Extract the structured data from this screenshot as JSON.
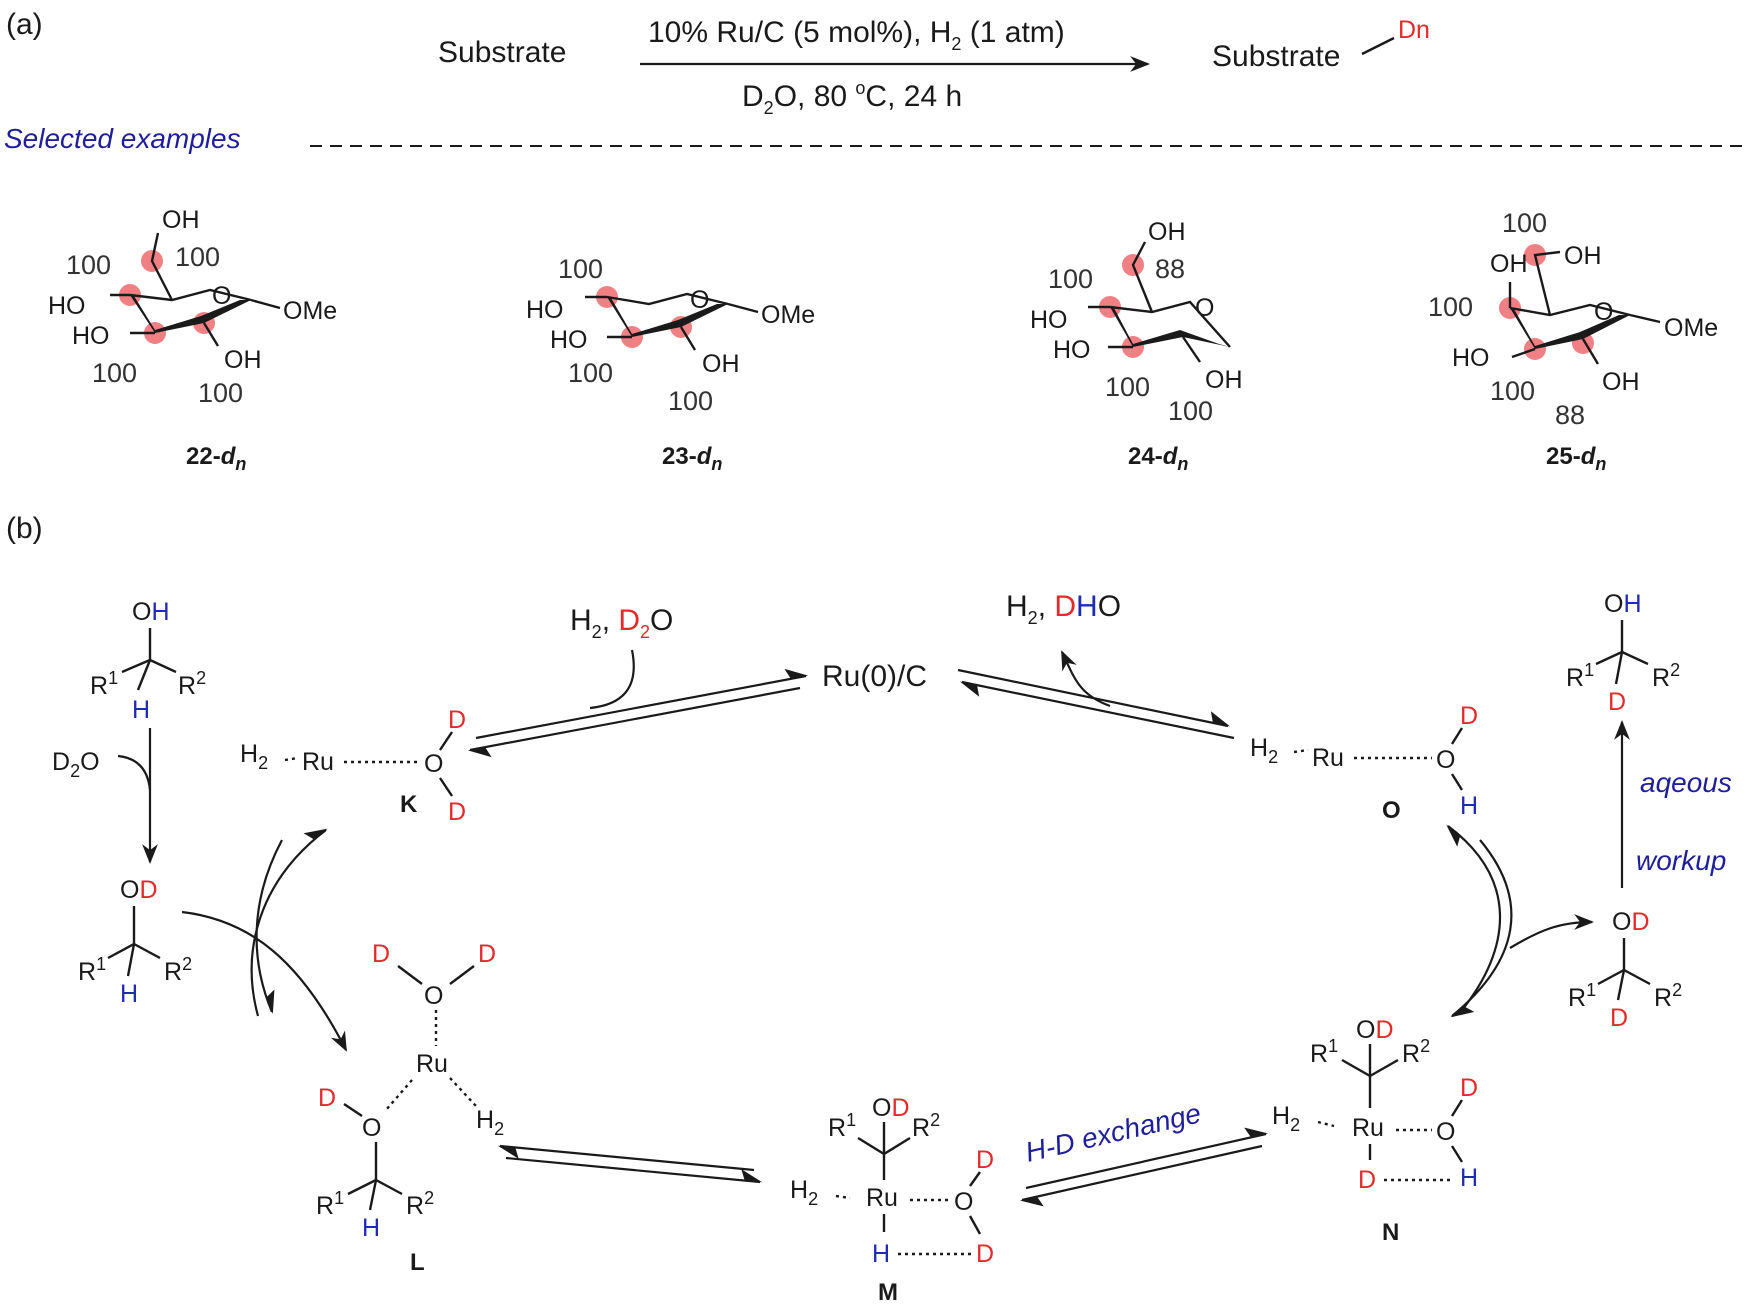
{
  "panel_a": {
    "label": "(a)",
    "reactant": "Substrate",
    "conditions_top": "10% Ru/C (5 mol%), H",
    "conditions_top_sub": "2",
    "conditions_top_end": " (1 atm)",
    "conditions_bottom_d": "D",
    "conditions_bottom_sub": "2",
    "conditions_bottom_rest": "O, 80 ",
    "conditions_bottom_sup": "o",
    "conditions_bottom_end": "C, 24 h",
    "product": "Substrate",
    "product_tag": "Dn",
    "section_title": "Selected examples"
  },
  "compounds": [
    {
      "id": "22",
      "suffix": "d",
      "sub": "n",
      "labels": {
        "oh_top": "OH",
        "ho1": "HO",
        "ho2": "HO",
        "oh_bot": "OH",
        "ome": "OMe",
        "o": "O"
      },
      "percents": [
        "100",
        "100",
        "100",
        "100"
      ]
    },
    {
      "id": "23",
      "suffix": "d",
      "sub": "n",
      "labels": {
        "ho1": "HO",
        "ho2": "HO",
        "oh_bot": "OH",
        "ome": "OMe",
        "o": "O"
      },
      "percents": [
        "100",
        "100",
        "100"
      ]
    },
    {
      "id": "24",
      "suffix": "d",
      "sub": "n",
      "labels": {
        "oh_top": "OH",
        "ho1": "HO",
        "ho2": "HO",
        "oh_bot": "OH",
        "o": "O"
      },
      "percents": [
        "88",
        "100",
        "100",
        "100"
      ]
    },
    {
      "id": "25",
      "suffix": "d",
      "sub": "n",
      "labels": {
        "oh_a": "OH",
        "oh_b": "OH",
        "ho2": "HO",
        "oh_bot": "OH",
        "ome": "OMe",
        "o": "O"
      },
      "percents": [
        "100",
        "100",
        "100",
        "88"
      ]
    }
  ],
  "panel_b": {
    "label": "(b)",
    "catalyst": "Ru(0)/C",
    "in_h2": "H",
    "in_h2_sub": "2",
    "in_comma": ", ",
    "in_d": "D",
    "in_d_sub": "2",
    "in_o": "O",
    "out_h2": "H",
    "out_h2_sub": "2",
    "out_comma": ", ",
    "out_d": "D",
    "out_h": "H",
    "out_o": "O",
    "d2o_left": "D",
    "d2o_left_sub": "2",
    "d2o_left_o": "O",
    "h_d_exchange": "H-D exchange",
    "aqueous": "aqeous",
    "workup": "workup",
    "intermediates": [
      "K",
      "L",
      "M",
      "N",
      "O"
    ],
    "atoms": {
      "ru": "Ru",
      "o": "O",
      "d": "D",
      "h": "H",
      "h2": "H",
      "h2_sub": "2",
      "oh_o": "O",
      "oh_h": "H",
      "od_o": "O",
      "od_d": "D",
      "r": "R",
      "r1_sup": "1",
      "r2_sup": "2"
    }
  }
}
